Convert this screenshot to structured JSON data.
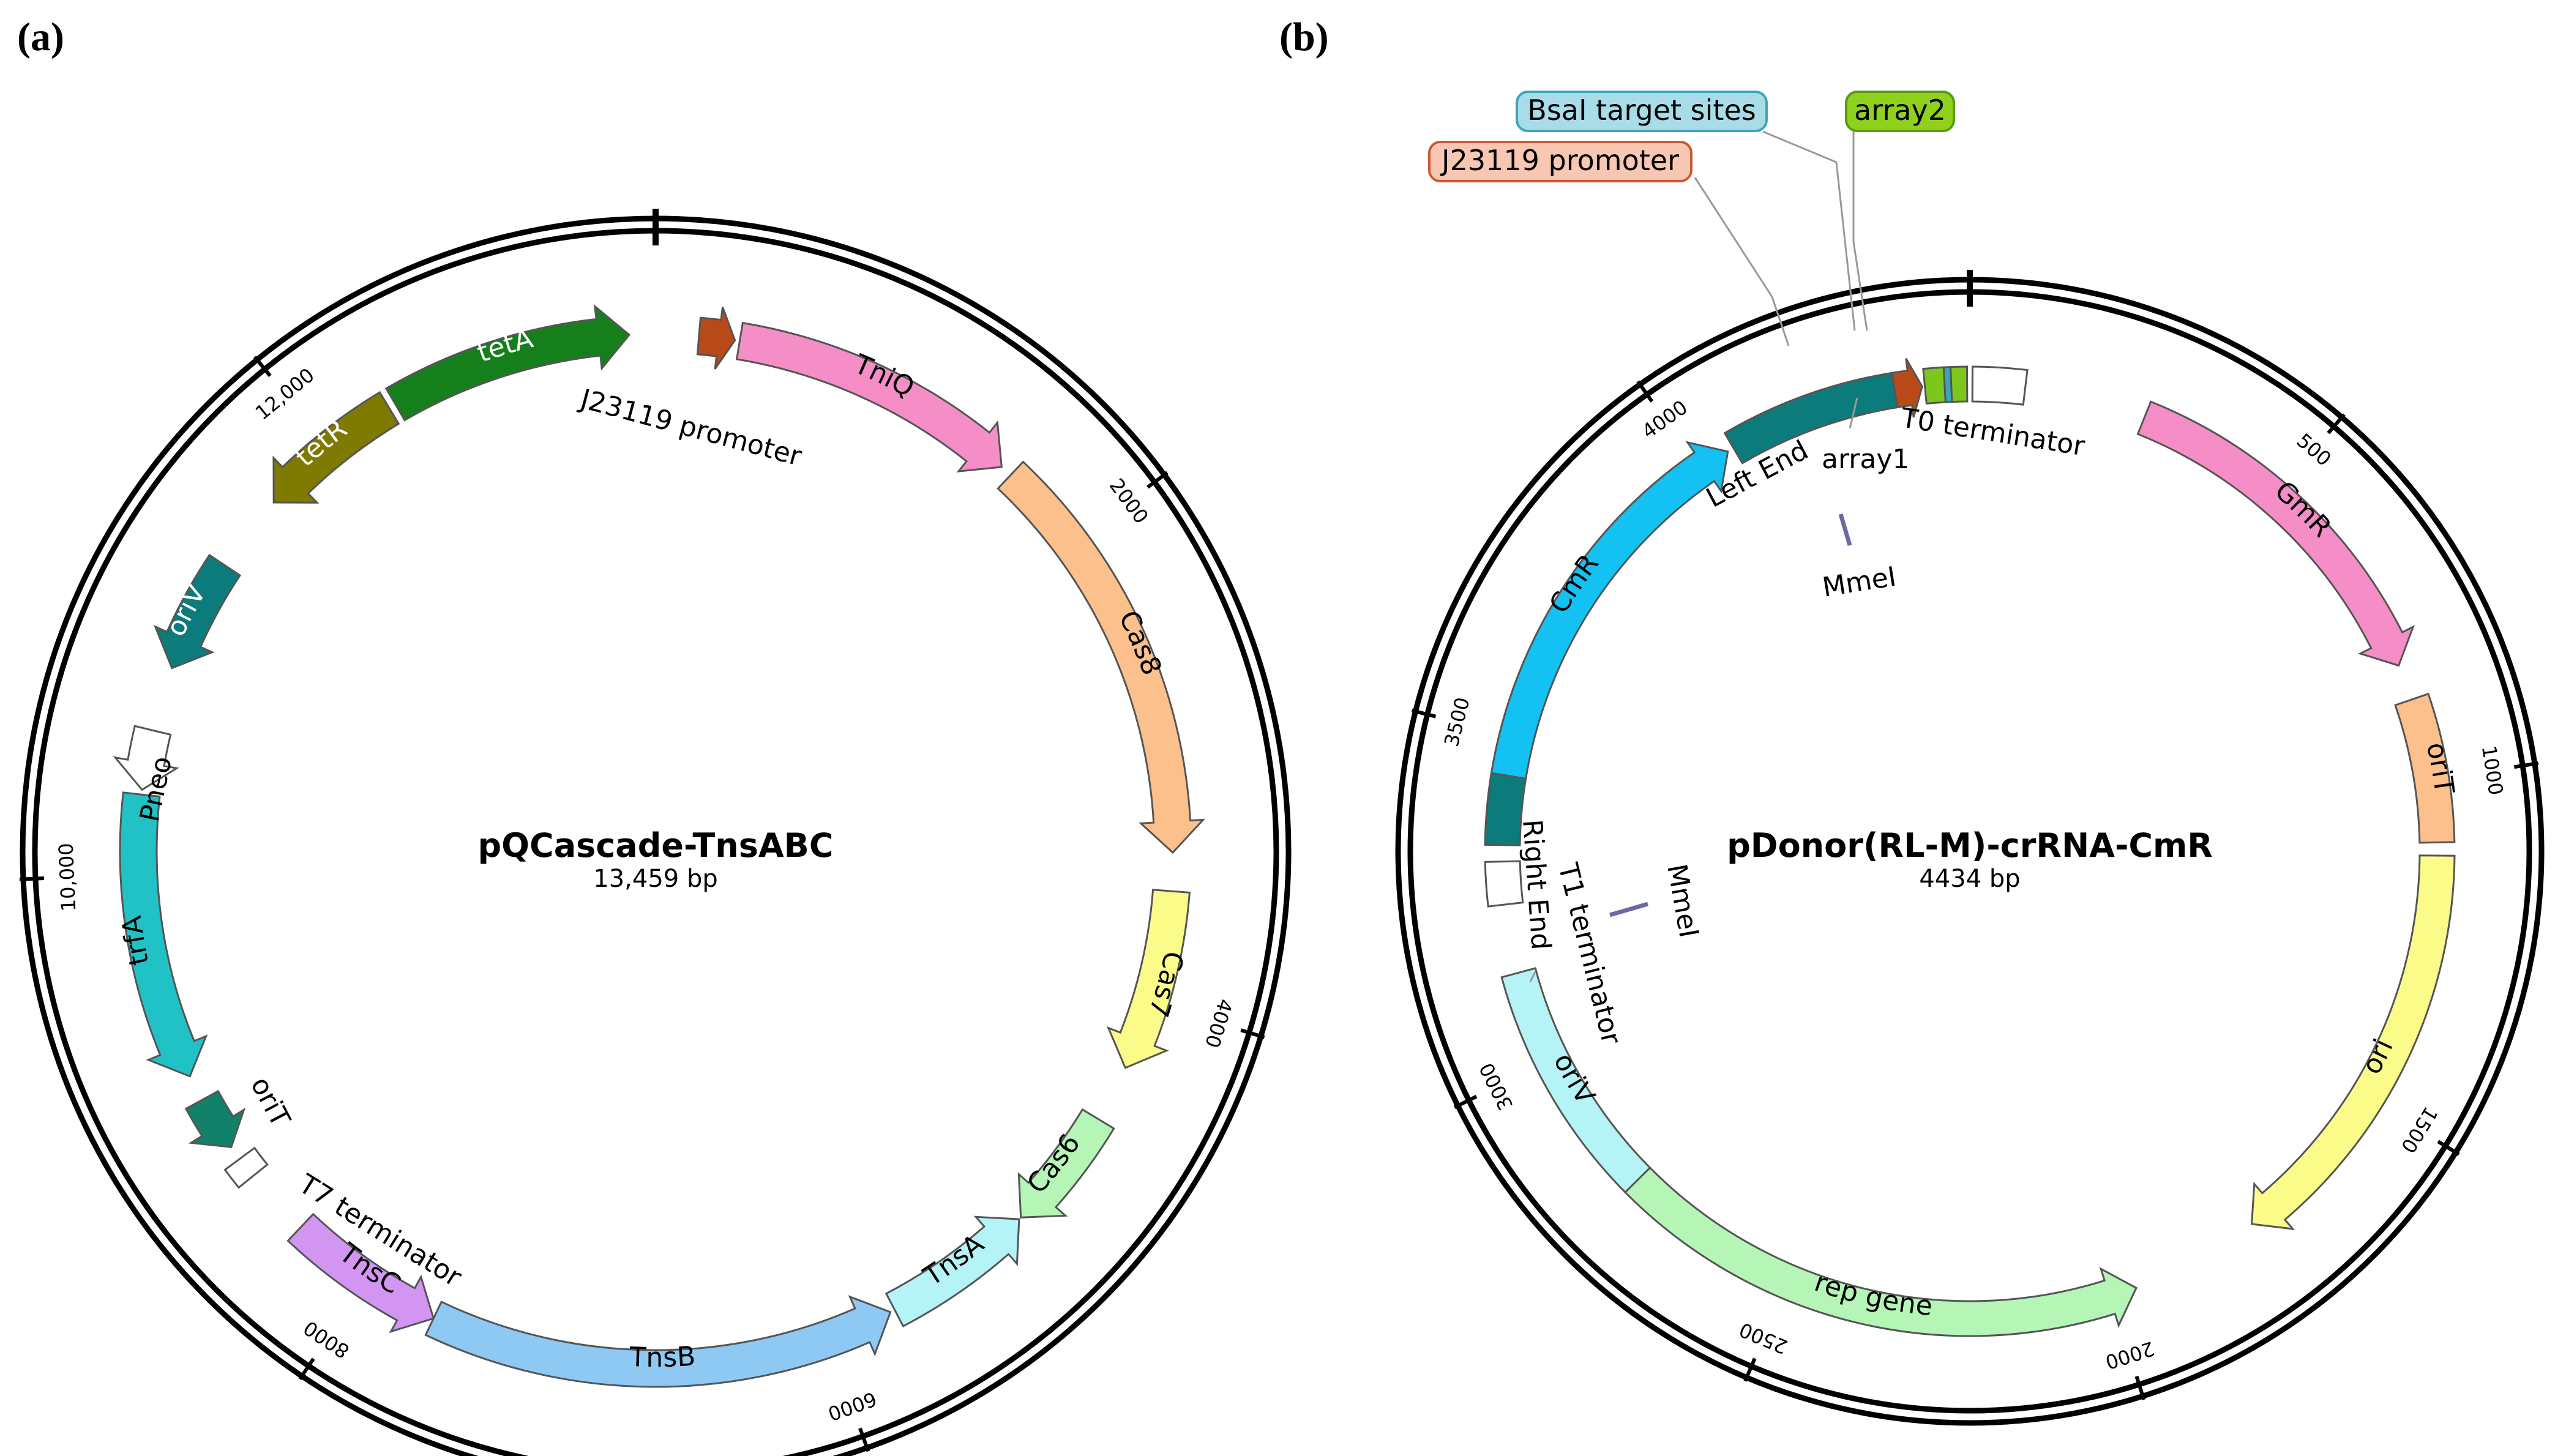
{
  "panels": [
    {
      "label": "(a)",
      "name": "pQCascade-TnsABC",
      "size_label": "13,459 bp",
      "total_bp": 13459,
      "ticks": [
        {
          "bp": 0,
          "label": ""
        },
        {
          "bp": 2000,
          "label": "2000"
        },
        {
          "bp": 4000,
          "label": "4000"
        },
        {
          "bp": 6000,
          "label": "6000"
        },
        {
          "bp": 8000,
          "label": "8000"
        },
        {
          "bp": 10000,
          "label": "10,000"
        },
        {
          "bp": 12000,
          "label": "12,000"
        }
      ],
      "features": [
        {
          "name": "J23119 promoter",
          "start": 180,
          "end": 330,
          "dir": 1,
          "color": "#b84a1a",
          "text_color": "#000000",
          "show_label": false
        },
        {
          "name": "TniQ",
          "start": 350,
          "end": 1570,
          "dir": 1,
          "color": "#f58ec6",
          "text_color": "#000000"
        },
        {
          "name": "Cas8",
          "start": 1620,
          "end": 3370,
          "dir": 1,
          "color": "#fcc08c",
          "text_color": "#000000"
        },
        {
          "name": "Cas7",
          "start": 3530,
          "end": 4290,
          "dir": 1,
          "color": "#fbfb8a",
          "text_color": "#000000"
        },
        {
          "name": "Cas6",
          "start": 4530,
          "end": 5050,
          "dir": 1,
          "color": "#b5f5b5",
          "text_color": "#000000"
        },
        {
          "name": "TnsA",
          "start": 5060,
          "end": 5700,
          "dir": -1,
          "color": "#b4f3f6",
          "text_color": "#000000"
        },
        {
          "name": "TnsB",
          "start": 5720,
          "end": 7680,
          "dir": -1,
          "color": "#8ec9f4",
          "text_color": "#000000"
        },
        {
          "name": "TnsC",
          "start": 7680,
          "end": 8350,
          "dir": -1,
          "color": "#d395f2",
          "text_color": "#000000"
        },
        {
          "name": "T7 terminator",
          "start": 8640,
          "end": 8730,
          "dir": 0,
          "color": "#ffffff",
          "text_color": "#000000",
          "show_label": false
        },
        {
          "name": "oriT",
          "start": 8790,
          "end": 9020,
          "dir": -1,
          "color": "#11816a",
          "text_color": "#000000",
          "show_label": false
        },
        {
          "name": "trfA",
          "start": 9130,
          "end": 10330,
          "dir": -1,
          "color": "#20c2c5",
          "text_color": "#000000"
        },
        {
          "name": "Pneo",
          "start": 10350,
          "end": 10600,
          "dir": -1,
          "color": "#ffffff",
          "text_color": "#000000",
          "show_label": false
        },
        {
          "name": "oriV",
          "start": 10870,
          "end": 11350,
          "dir": -1,
          "color": "#0c7b7b",
          "text_color": "#ffffff"
        },
        {
          "name": "tetR",
          "start": 11680,
          "end": 12300,
          "dir": -1,
          "color": "#7f7a00",
          "text_color": "#ffffff"
        },
        {
          "name": "tetA",
          "start": 12330,
          "end": 13350,
          "dir": 1,
          "color": "#15801b",
          "text_color": "#ffffff"
        }
      ],
      "annotations": [
        "J23119 promoter",
        "Pneo",
        "oriT",
        "T7 terminator"
      ]
    },
    {
      "label": "(b)",
      "name": "pDonor(RL-M)-crRNA-CmR",
      "size_label": "4434 bp",
      "total_bp": 4434,
      "ticks": [
        {
          "bp": 0,
          "label": ""
        },
        {
          "bp": 500,
          "label": "500"
        },
        {
          "bp": 1000,
          "label": "1000"
        },
        {
          "bp": 1500,
          "label": "1500"
        },
        {
          "bp": 2000,
          "label": "2000"
        },
        {
          "bp": 2500,
          "label": "2500"
        },
        {
          "bp": 3000,
          "label": "3000"
        },
        {
          "bp": 3500,
          "label": "3500"
        },
        {
          "bp": 4000,
          "label": "4000"
        }
      ],
      "features": [
        {
          "name": "array1",
          "start": 4366,
          "end": 4396,
          "dir": 0,
          "color": "#7cc61e",
          "show_label": false
        },
        {
          "name": "BsaI target sites",
          "start": 4396,
          "end": 4406,
          "dir": 0,
          "color": "#3aa6b8",
          "show_label": false
        },
        {
          "name": "array2",
          "start": 4406,
          "end": 4430,
          "dir": 0,
          "color": "#7cc61e",
          "show_label": false
        },
        {
          "name": "T0 terminator",
          "start": 4,
          "end": 84,
          "dir": 0,
          "color": "#ffffff",
          "show_label": false
        },
        {
          "name": "GmR",
          "start": 270,
          "end": 820,
          "dir": 1,
          "color": "#f58ec6",
          "text_color": "#000000"
        },
        {
          "name": "oriT",
          "start": 875,
          "end": 1095,
          "dir": 0,
          "color": "#fcc08c",
          "text_color": "#000000"
        },
        {
          "name": "ori",
          "start": 1115,
          "end": 1760,
          "dir": 1,
          "color": "#fbfb8a",
          "text_color": "#000000"
        },
        {
          "name": "rep gene",
          "start": 1960,
          "end": 2775,
          "dir": -1,
          "color": "#b5f5b5",
          "text_color": "#000000"
        },
        {
          "name": "oriV",
          "start": 2775,
          "end": 3140,
          "dir": 0,
          "color": "#b4f3f6",
          "text_color": "#000000"
        },
        {
          "name": "T1 terminator",
          "start": 3245,
          "end": 3310,
          "dir": 0,
          "color": "#ffffff",
          "show_label": false
        },
        {
          "name": "Right End",
          "start": 3335,
          "end": 3440,
          "dir": 0,
          "color": "#0c7b7b",
          "show_label": false
        },
        {
          "name": "CmR",
          "start": 3440,
          "end": 4050,
          "dir": 1,
          "color": "#13c1f2",
          "text_color": "#000000"
        },
        {
          "name": "Left End",
          "start": 4060,
          "end": 4320,
          "dir": 0,
          "color": "#0c7b7b",
          "show_label": false
        },
        {
          "name": "J23119 promoter",
          "start": 4320,
          "end": 4362,
          "dir": 1,
          "color": "#b84a1a",
          "show_label": false
        }
      ],
      "annotations": [
        "Left End",
        "array1",
        "T0 terminator",
        "MmeI",
        "MmeI",
        "Right End",
        "T1 terminator"
      ],
      "callouts": [
        {
          "text": "J23119 promoter",
          "fill": "#f8c7b3",
          "stroke": "#c85a35"
        },
        {
          "text": "BsaI target sites",
          "fill": "#a8dce8",
          "stroke": "#3aa6b8"
        },
        {
          "text": "array2",
          "fill": "#8fd11c",
          "stroke": "#5c9a12"
        }
      ]
    }
  ]
}
